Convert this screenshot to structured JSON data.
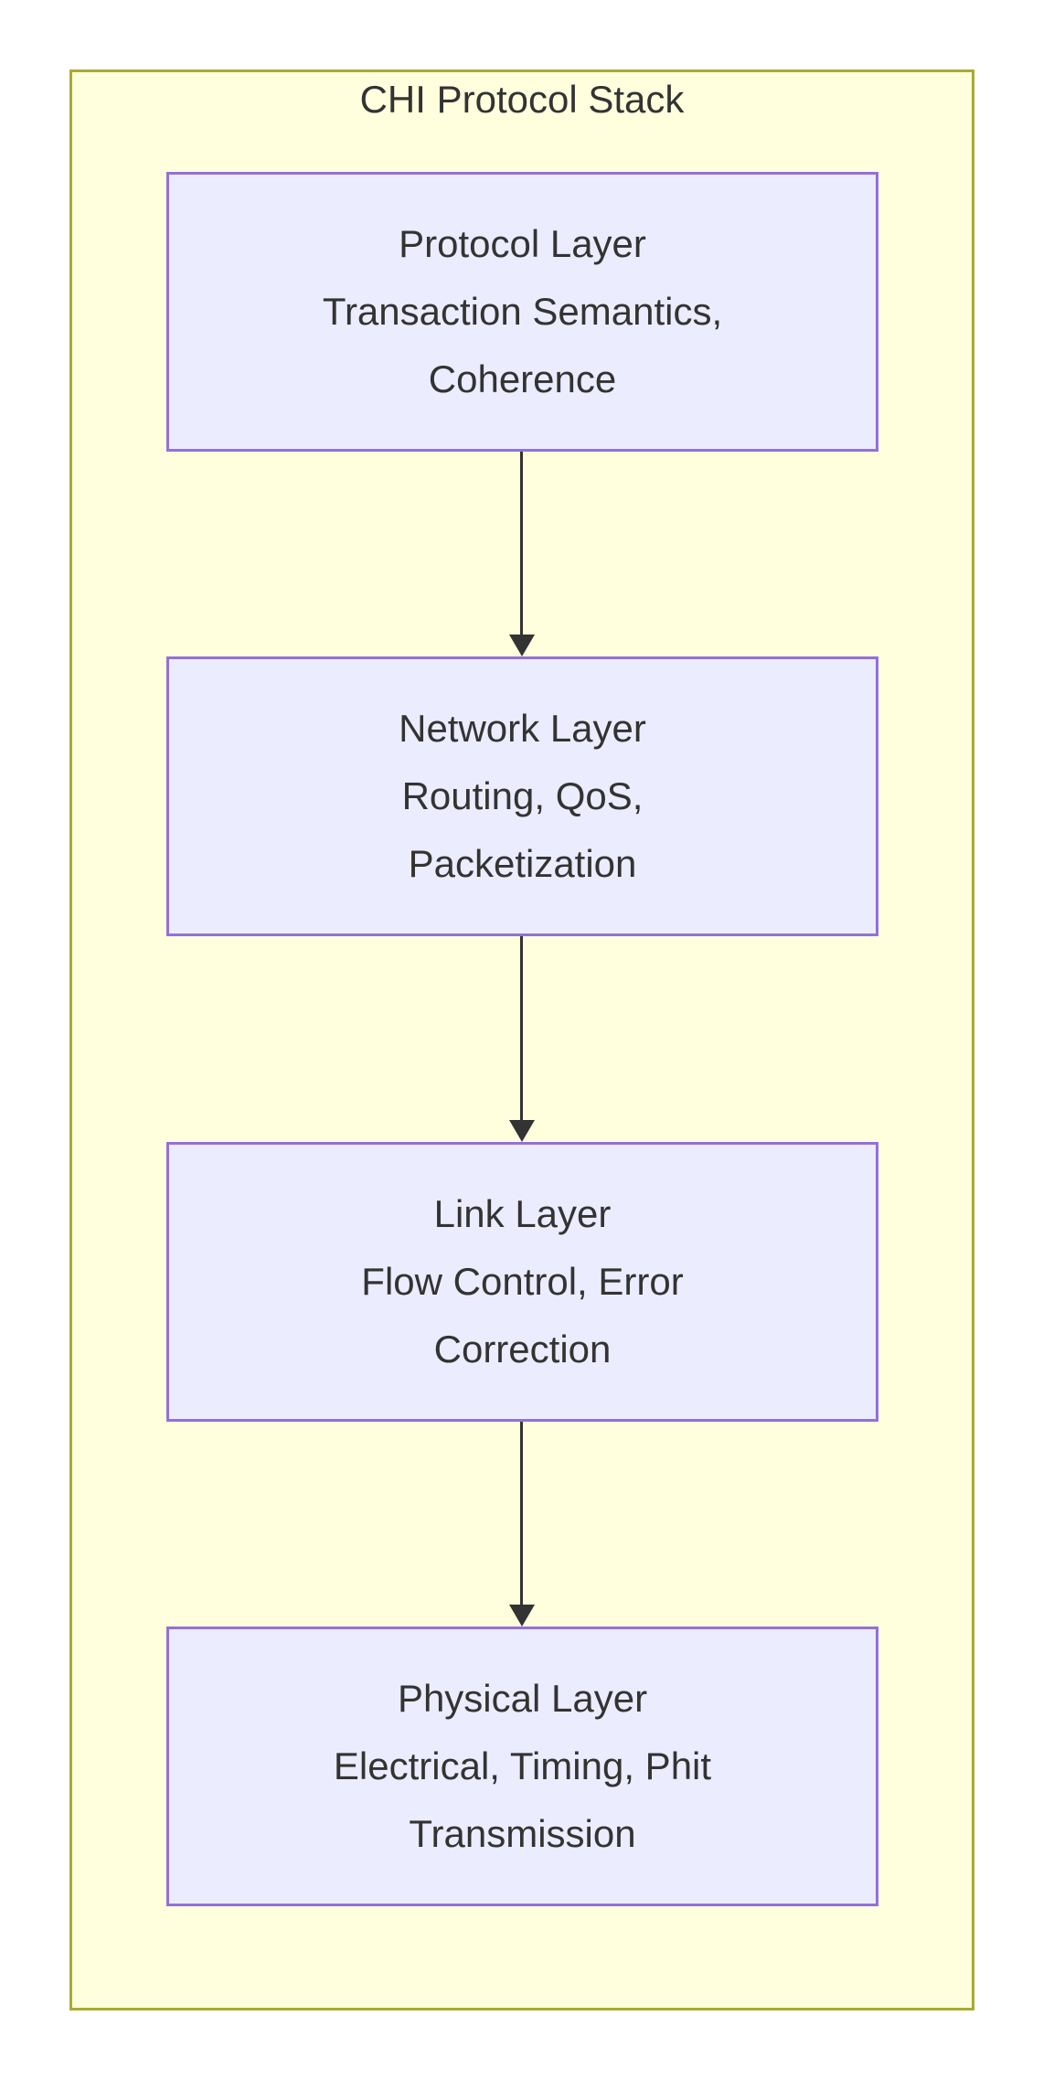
{
  "diagram": {
    "title": "CHI Protocol Stack",
    "type": "flowchart-top-down",
    "colors": {
      "cluster_fill": "#ffffde",
      "cluster_border": "#aaaa33",
      "node_fill": "#ececff",
      "node_border": "#9370db",
      "text": "#333333",
      "arrow": "#333333"
    }
  },
  "nodes": [
    {
      "name": "Protocol Layer",
      "desc_line1": "Transaction Semantics,",
      "desc_line2": "Coherence"
    },
    {
      "name": "Network Layer",
      "desc_line1": "Routing, QoS,",
      "desc_line2": "Packetization"
    },
    {
      "name": "Link Layer",
      "desc_line1": "Flow Control, Error",
      "desc_line2": "Correction"
    },
    {
      "name": "Physical Layer",
      "desc_line1": "Electrical, Timing, Phit",
      "desc_line2": "Transmission"
    }
  ]
}
